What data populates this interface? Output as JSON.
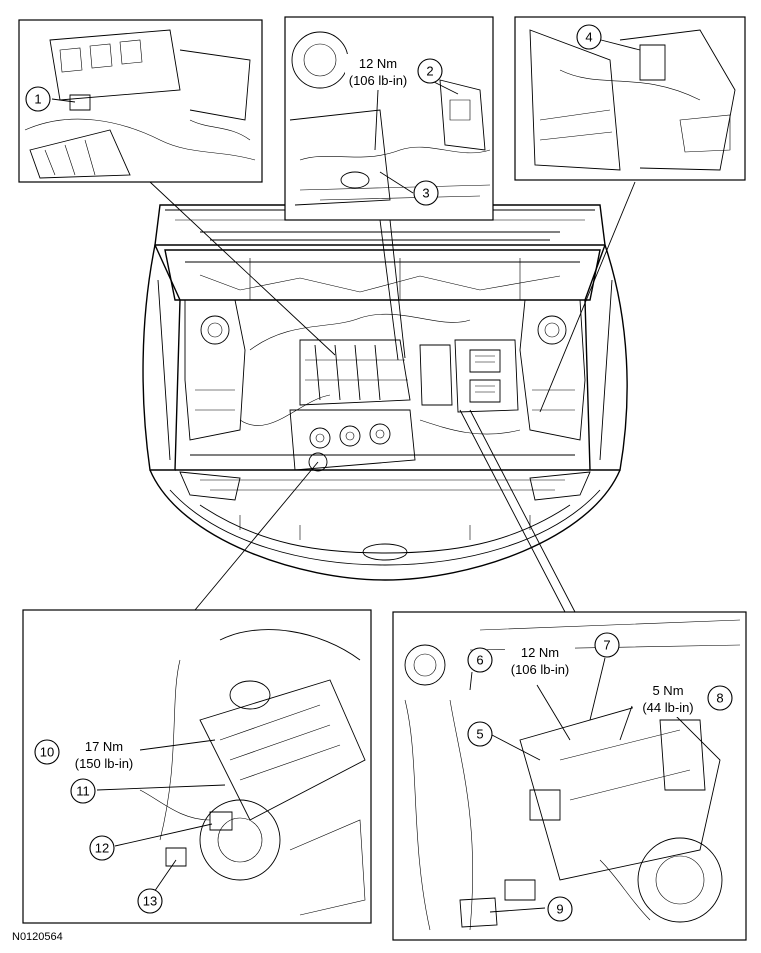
{
  "figure_id": "N0120564",
  "callouts": [
    {
      "num": "1"
    },
    {
      "num": "2"
    },
    {
      "num": "3"
    },
    {
      "num": "4"
    },
    {
      "num": "5"
    },
    {
      "num": "6"
    },
    {
      "num": "7"
    },
    {
      "num": "8"
    },
    {
      "num": "9"
    },
    {
      "num": "10"
    },
    {
      "num": "11"
    },
    {
      "num": "12"
    },
    {
      "num": "13"
    }
  ],
  "torque_specs": [
    {
      "line1": "12 Nm",
      "line2": "(106 lb-in)"
    },
    {
      "line1": "17 Nm",
      "line2": "(150 lb-in)"
    },
    {
      "line1": "12 Nm",
      "line2": "(106 lb-in)"
    },
    {
      "line1": "5 Nm",
      "line2": "(44 lb-in)"
    }
  ]
}
